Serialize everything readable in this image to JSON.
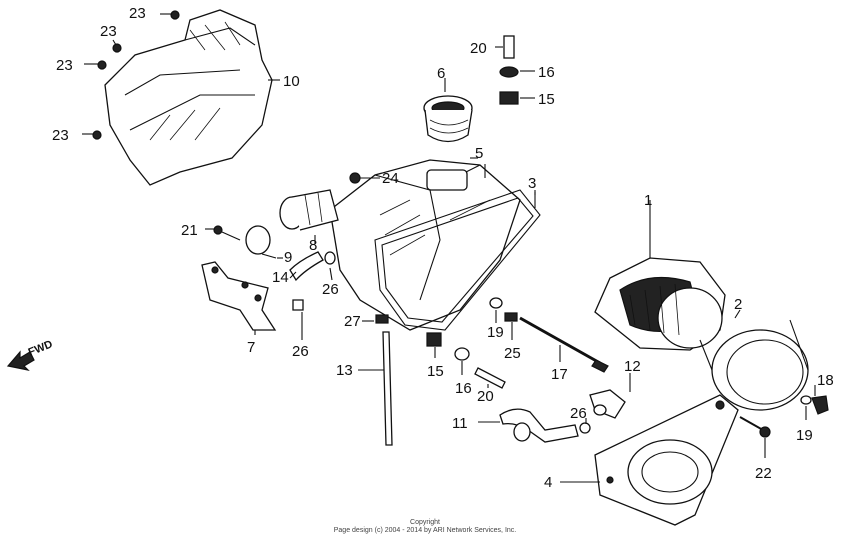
{
  "direction_label": "FWD",
  "copyright": {
    "line1": "Copyright",
    "line2": "Page design (c) 2004 - 2014 by ARI Network Services, Inc."
  },
  "callouts": [
    {
      "id": "c23a",
      "text": "23"
    },
    {
      "id": "c23b",
      "text": "23"
    },
    {
      "id": "c23c",
      "text": "23"
    },
    {
      "id": "c23d",
      "text": "23"
    },
    {
      "id": "c10",
      "text": "10"
    },
    {
      "id": "c6",
      "text": "6"
    },
    {
      "id": "c20a",
      "text": "20"
    },
    {
      "id": "c16a",
      "text": "16"
    },
    {
      "id": "c15a",
      "text": "15"
    },
    {
      "id": "c5",
      "text": "5"
    },
    {
      "id": "c24",
      "text": "24"
    },
    {
      "id": "c3",
      "text": "3"
    },
    {
      "id": "c1",
      "text": "1"
    },
    {
      "id": "c2",
      "text": "2"
    },
    {
      "id": "c21",
      "text": "21"
    },
    {
      "id": "c9",
      "text": "9"
    },
    {
      "id": "c8",
      "text": "8"
    },
    {
      "id": "c14",
      "text": "14"
    },
    {
      "id": "c26a",
      "text": "26"
    },
    {
      "id": "c27",
      "text": "27"
    },
    {
      "id": "c7",
      "text": "7"
    },
    {
      "id": "c26b",
      "text": "26"
    },
    {
      "id": "c19a",
      "text": "19"
    },
    {
      "id": "c25",
      "text": "25"
    },
    {
      "id": "c13",
      "text": "13"
    },
    {
      "id": "c15b",
      "text": "15"
    },
    {
      "id": "c16b",
      "text": "16"
    },
    {
      "id": "c20b",
      "text": "20"
    },
    {
      "id": "c17",
      "text": "17"
    },
    {
      "id": "c12",
      "text": "12"
    },
    {
      "id": "c18",
      "text": "18"
    },
    {
      "id": "c26c",
      "text": "26"
    },
    {
      "id": "c11",
      "text": "11"
    },
    {
      "id": "c19b",
      "text": "19"
    },
    {
      "id": "c22",
      "text": "22"
    },
    {
      "id": "c4",
      "text": "4"
    }
  ]
}
